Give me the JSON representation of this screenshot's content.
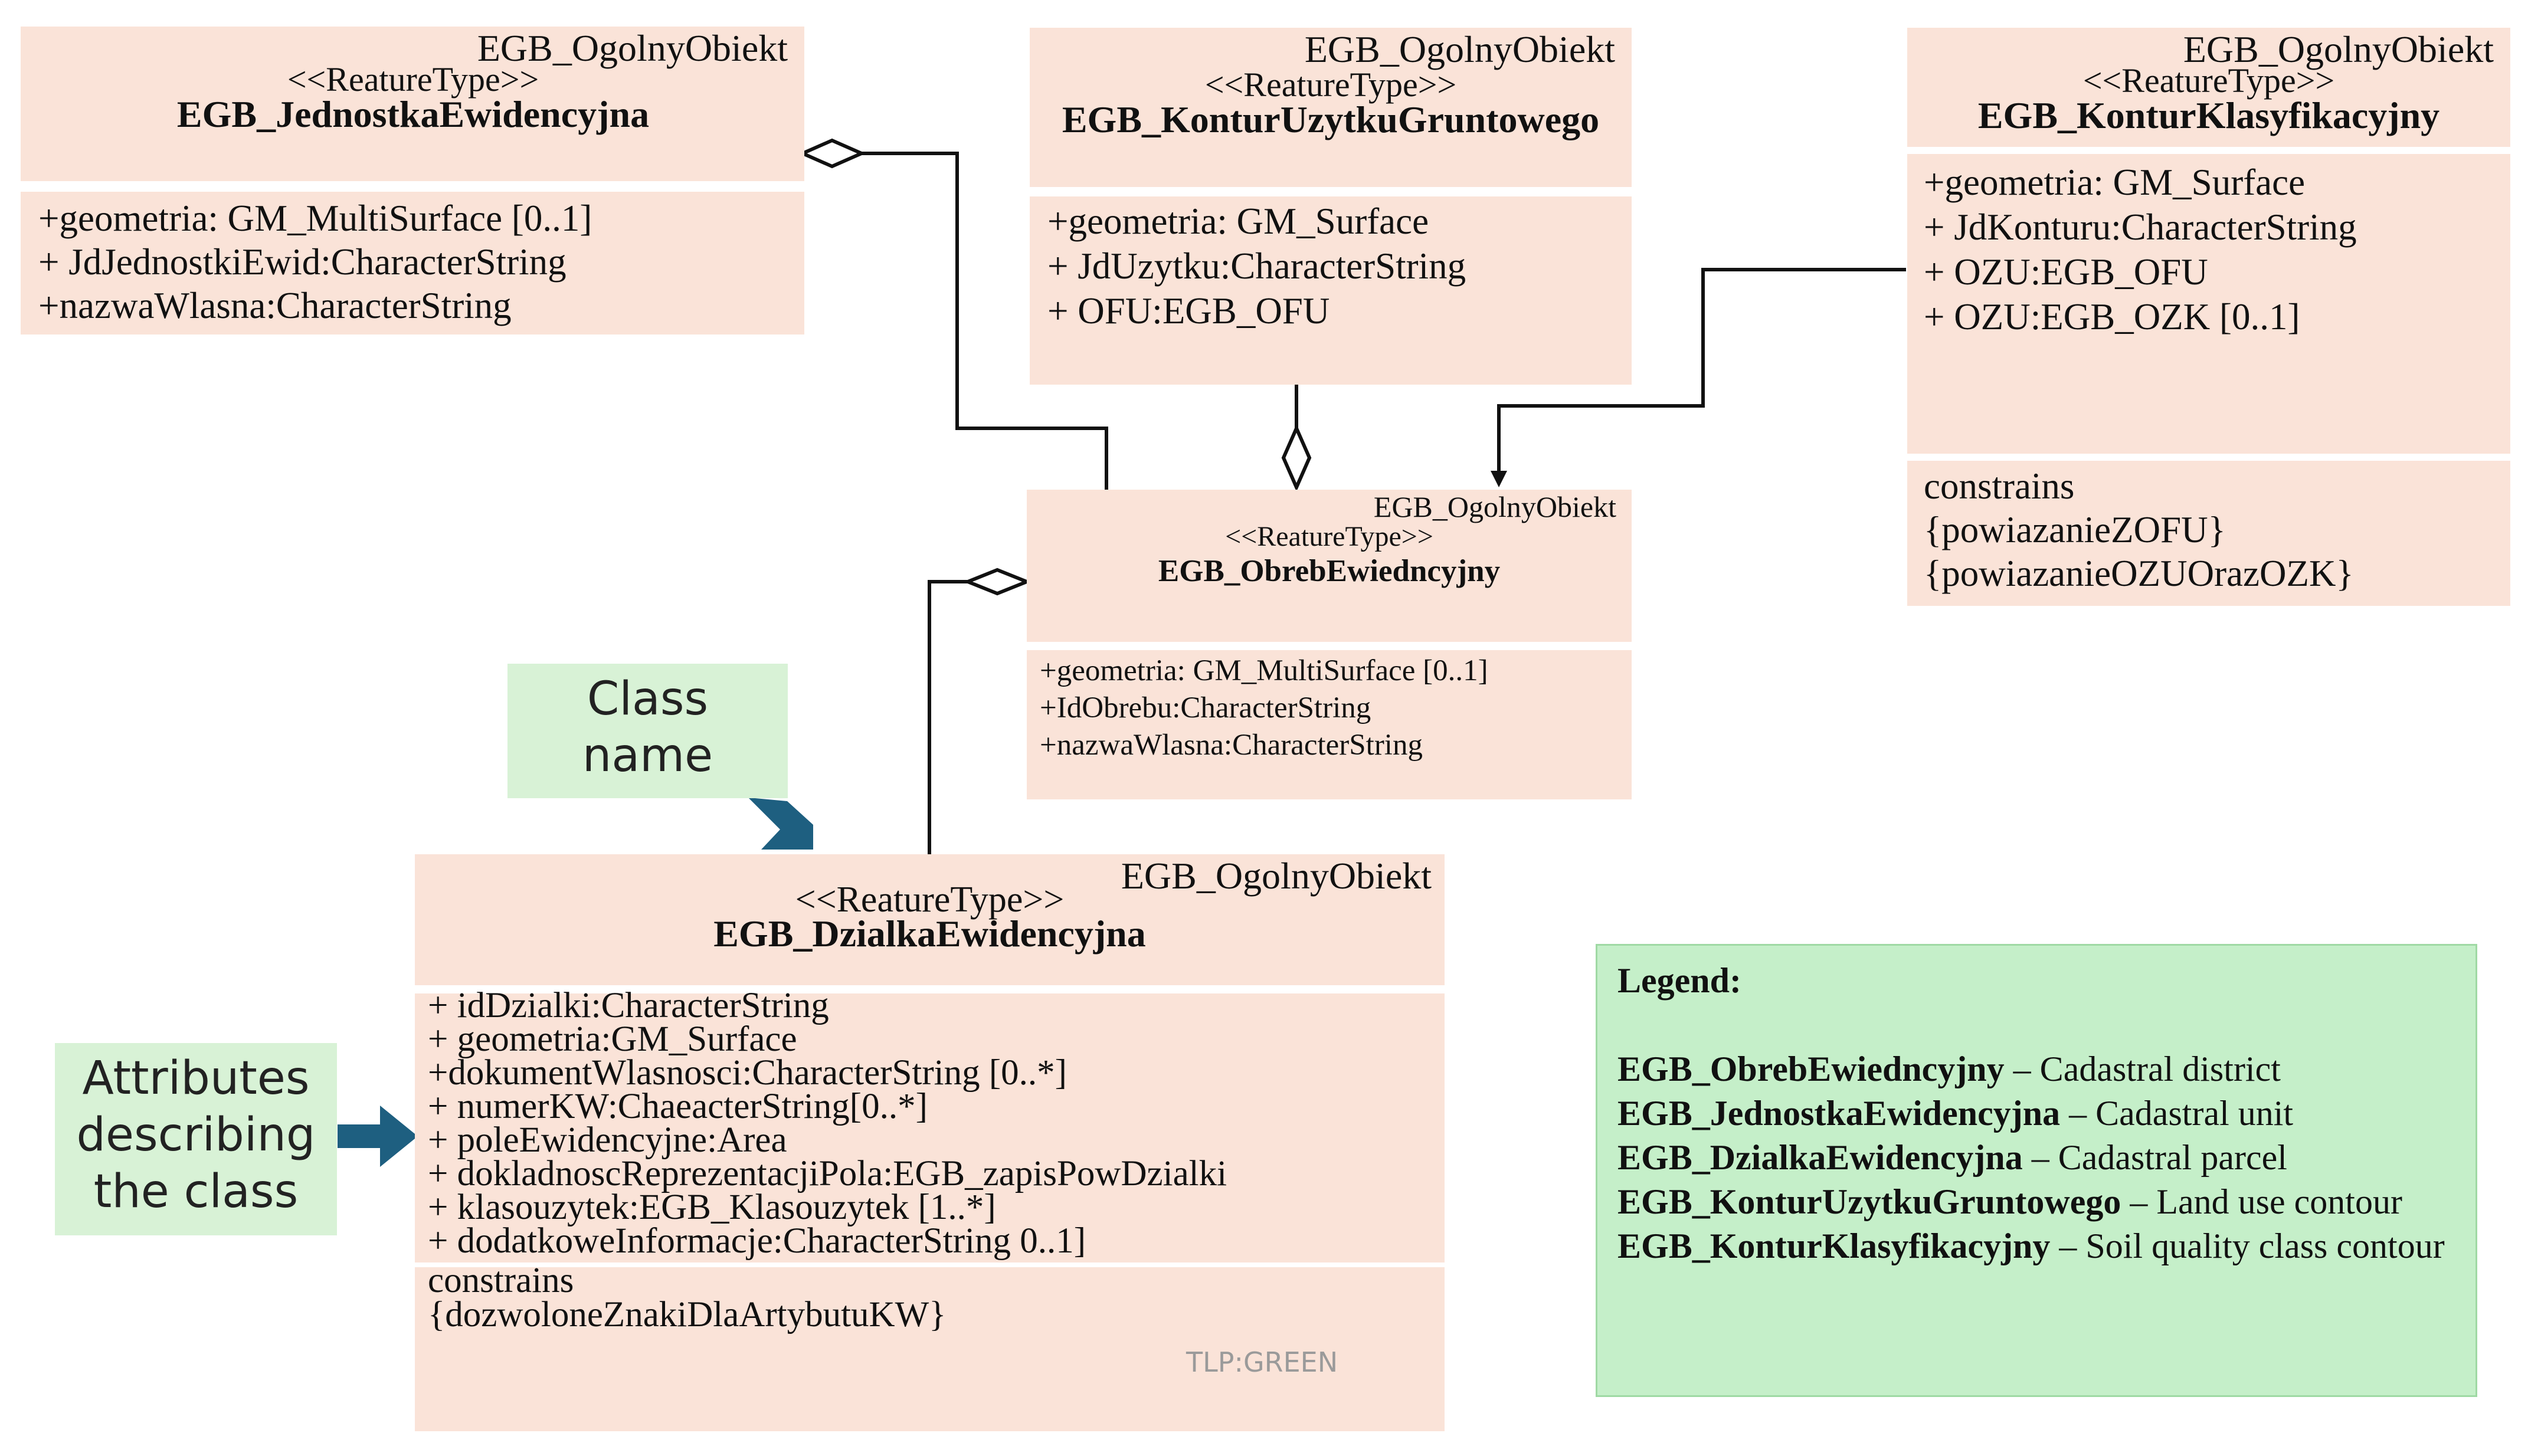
{
  "classes": {
    "jednostka": {
      "parent": "EGB_OgolnyObiekt",
      "stereotype": "<<ReatureType>>",
      "name": "EGB_JednostkaEwidencyjna",
      "attributes": [
        "+geometria: GM_MultiSurface [0..1]",
        "+ JdJednostkiEwid:CharacterString",
        "+nazwaWlasna:CharacterString"
      ],
      "constraints": []
    },
    "konturUzytku": {
      "parent": "EGB_OgolnyObiekt",
      "stereotype": "<<ReatureType>>",
      "name": "EGB_KonturUzytkuGruntowego",
      "attributes": [
        "+geometria: GM_Surface",
        "+ JdUzytku:CharacterString",
        "+ OFU:EGB_OFU"
      ],
      "constraints": []
    },
    "konturKlasyfikacyjny": {
      "parent": "EGB_OgolnyObiekt",
      "stereotype": "<<ReatureType>>",
      "name": "EGB_KonturKlasyfikacyjny",
      "attributes": [
        "+geometria: GM_Surface",
        "+ JdKonturu:CharacterString",
        "+ OZU:EGB_OFU",
        "+ OZU:EGB_OZK [0..1]"
      ],
      "constraints": [
        "constrains",
        "{powiazanieZOFU}",
        "{powiazanieOZUOrazOZK}"
      ]
    },
    "obreb": {
      "parent": "EGB_OgolnyObiekt",
      "stereotype": "<<ReatureType>>",
      "name": "EGB_ObrebEwiedncyjny",
      "attributes": [
        "+geometria: GM_MultiSurface [0..1]",
        "+IdObrebu:CharacterString",
        "+nazwaWlasna:CharacterString"
      ],
      "constraints": []
    },
    "dzialka": {
      "parent": "EGB_OgolnyObiekt",
      "stereotype": "<<ReatureType>>",
      "name": "EGB_DzialkaEwidencyjna",
      "attributes": [
        "+ idDzialki:CharacterString",
        "+ geometria:GM_Surface",
        "+dokumentWlasnosci:CharacterString [0..*]",
        "+ numerKW:ChaeacterString[0..*]",
        "+ poleEwidencyjne:Area",
        "+ dokladnoscReprezentacjiPola:EGB_zapisPowDzialki",
        "+ klasouzytek:EGB_Klasouzytek [1..*]",
        "+ dodatkoweInformacje:CharacterString 0..1]"
      ],
      "constraints": [
        "constrains",
        "{dozwoloneZnakiDlaArtybutuKW}"
      ]
    }
  },
  "annotations": {
    "class_name": [
      "Class",
      "name"
    ],
    "attributes": [
      "Attributes",
      "describing",
      "the class"
    ]
  },
  "legend": {
    "title": "Legend:",
    "entries": [
      {
        "term": "EGB_ObrebEwiedncyjny",
        "desc": " – Cadastral district"
      },
      {
        "term": "EGB_JednostkaEwidencyjna",
        "desc": " – Cadastral unit"
      },
      {
        "term": "EGB_DzialkaEwidencyjna",
        "desc": " – Cadastral parcel"
      },
      {
        "term": "EGB_KonturUzytkuGruntowego",
        "desc": " – Land use contour"
      },
      {
        "term": "EGB_KonturKlasyfikacyjny",
        "desc": " – Soil quality class contour"
      }
    ]
  },
  "tlp": "TLP:GREEN",
  "colors": {
    "class_fill": "#fae3d8",
    "note_fill": "#d8f2d6",
    "legend_fill": "#c5efc9",
    "arrow_fill": "#1e5f80"
  }
}
